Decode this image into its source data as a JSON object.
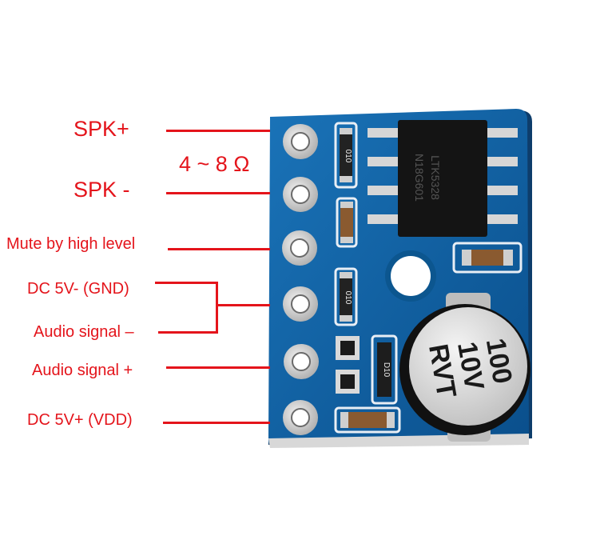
{
  "labels": {
    "spk_plus": "SPK+",
    "spk_minus": "SPK -",
    "impedance": "4 ~ 8 Ω",
    "mute": "Mute by high level",
    "dc_gnd": "DC 5V-  (GND)",
    "audio_minus": "Audio signal –",
    "audio_plus": "Audio signal +",
    "dc_vdd": "DC 5V+ (VDD)"
  },
  "chip": {
    "line1": "LTK5328",
    "line2": "N18G601"
  },
  "capacitor": {
    "line1": "100",
    "line2": "10V",
    "line3": "RVT"
  },
  "silkscreen": {
    "r1": "010",
    "r2": "010",
    "d1": "D10"
  },
  "colors": {
    "label_red": "#e4141b",
    "board_blue": "#0b5fa3",
    "background": "#ffffff"
  }
}
